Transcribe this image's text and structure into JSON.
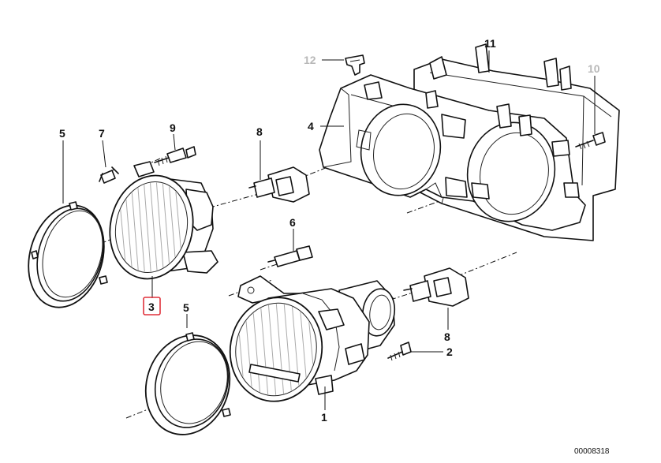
{
  "labels": {
    "p1": "1",
    "p2": "2",
    "p3": "3",
    "p4": "4",
    "p5a": "5",
    "p5b": "5",
    "p6": "6",
    "p7": "7",
    "p8a": "8",
    "p8b": "8",
    "p9": "9",
    "p10": "10",
    "p11": "11",
    "p12": "12"
  },
  "drawing_code": "00008318",
  "highlighted_part": "3",
  "colors": {
    "highlight": "#e0313b",
    "superseded": "#b8b8b8",
    "ink": "#111111"
  }
}
